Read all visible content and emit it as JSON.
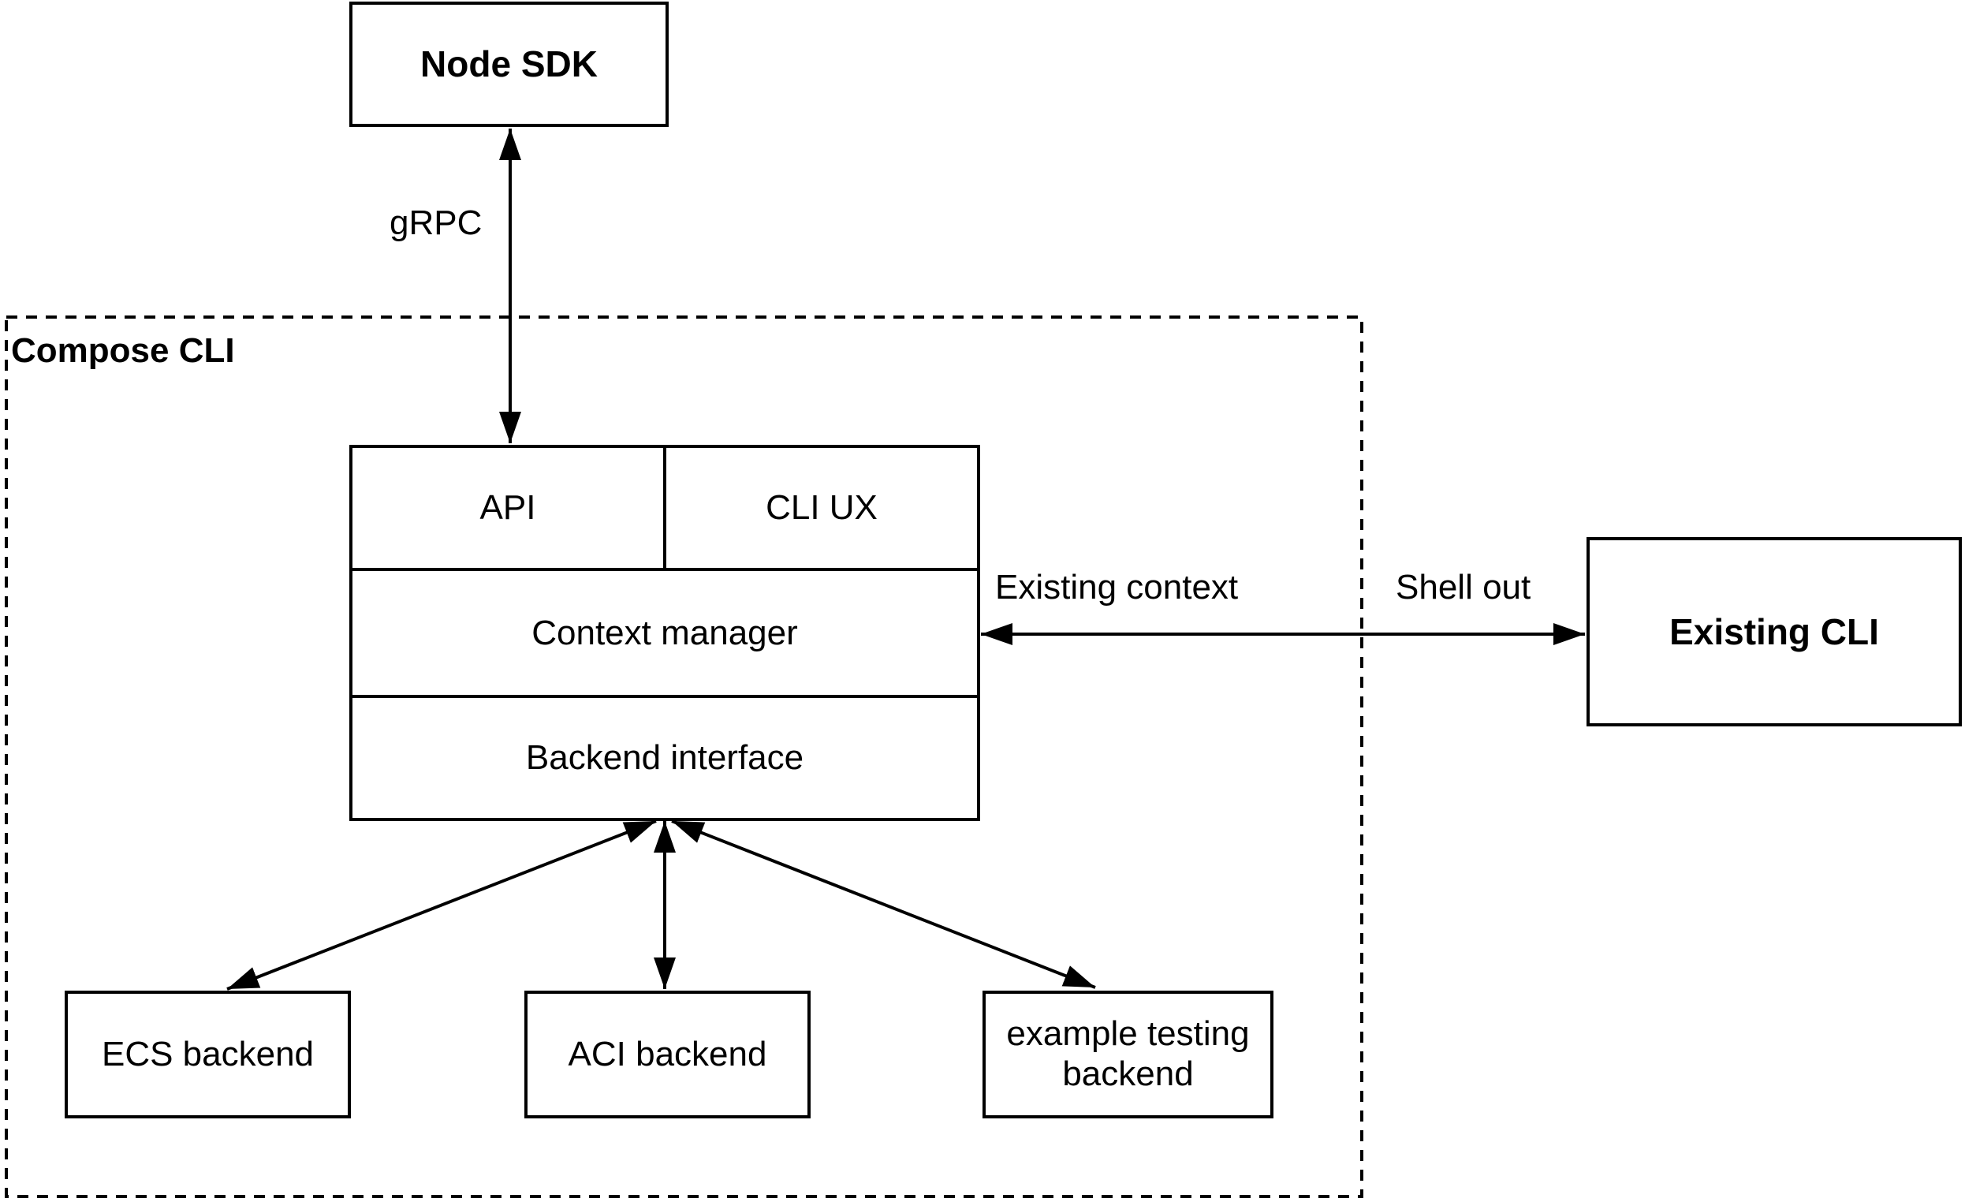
{
  "diagram": {
    "group_label": "Compose CLI",
    "nodes": {
      "node_sdk": "Node SDK",
      "api": "API",
      "cli_ux": "CLI UX",
      "context_manager": "Context manager",
      "backend_interface": "Backend interface",
      "ecs_backend": "ECS backend",
      "aci_backend": "ACI backend",
      "example_testing_backend": "example testing backend",
      "existing_cli": "Existing CLI"
    },
    "edge_labels": {
      "grpc": "gRPC",
      "existing_context": "Existing context",
      "shell_out": "Shell out"
    },
    "colors": {
      "stroke": "#000000",
      "background": "#ffffff"
    }
  }
}
